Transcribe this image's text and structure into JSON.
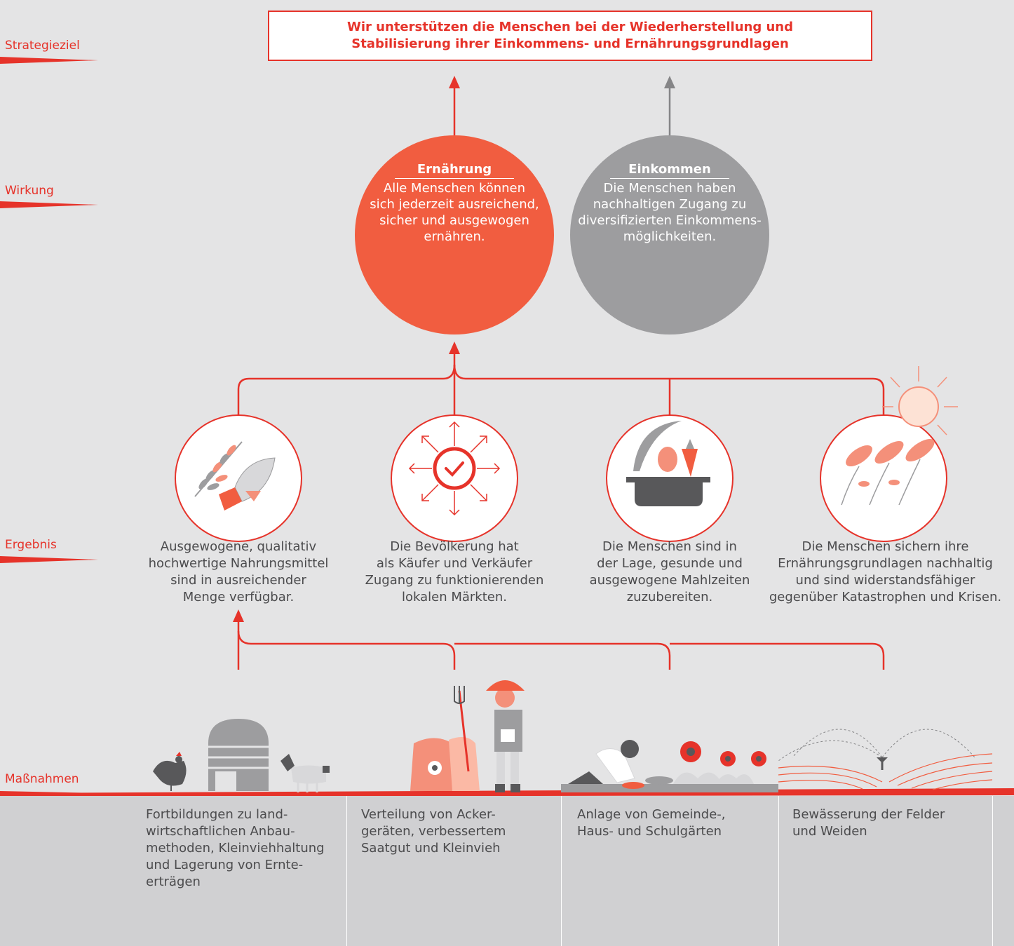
{
  "labels": {
    "strategy": "Strategieziel",
    "impact": "Wirkung",
    "result": "Ergebnis",
    "measures": "Maßnahmen"
  },
  "goal": {
    "line1": "Wir unterstützen die Menschen bei der Wiederherstellung und",
    "line2": "Stabilisierung ihrer Einkommens- und Ernährungsgrundlagen"
  },
  "impacts": [
    {
      "title": "Ernährung",
      "lines": [
        "Alle Menschen können",
        "sich jederzeit ausreichend,",
        "sicher und ausgewogen",
        "ernähren."
      ]
    },
    {
      "title": "Einkommen",
      "lines": [
        "Die Menschen haben",
        "nachhaltigen Zugang zu",
        "diversifizierten Einkommens-",
        "möglichkeiten."
      ]
    }
  ],
  "results": [
    {
      "lines": [
        "Ausgewogene, qualitativ",
        "hochwertige Nahrungsmittel",
        "sind in ausreichender",
        "Menge verfügbar."
      ]
    },
    {
      "lines": [
        "Die Bevölkerung hat",
        "als Käufer und Verkäufer",
        "Zugang zu funktionierenden",
        "lokalen Märkten."
      ]
    },
    {
      "lines": [
        "Die Menschen sind in",
        "der Lage, gesunde und",
        "ausgewogene Mahlzeiten",
        "zuzubereiten."
      ]
    },
    {
      "lines": [
        "Die Menschen sichern ihre",
        "Ernährungsgrundlagen nachhaltig",
        "und sind widerstandsfähiger",
        "gegenüber Katastrophen und Krisen."
      ]
    }
  ],
  "measures": [
    {
      "lines": [
        "Fortbildungen zu land-",
        "wirtschaftlichen Anbau-",
        "methoden, Kleinviehhaltung",
        "und Lagerung von Ernte-",
        "erträgen"
      ]
    },
    {
      "lines": [
        "Verteilung von Acker-",
        "geräten, verbessertem",
        "Saatgut und Kleinvieh"
      ]
    },
    {
      "lines": [
        "Anlage von Gemeinde-,",
        "Haus- und Schulgärten"
      ]
    },
    {
      "lines": [
        "Bewässerung der Felder",
        "und Weiden"
      ]
    }
  ],
  "colors": {
    "accent": "#e6332a",
    "nutrition_circle": "#f15d40",
    "income_circle": "#9d9d9f",
    "icon_orange": "#f4907a",
    "background": "#e4e4e5",
    "measure_band": "#d0d0d2"
  }
}
